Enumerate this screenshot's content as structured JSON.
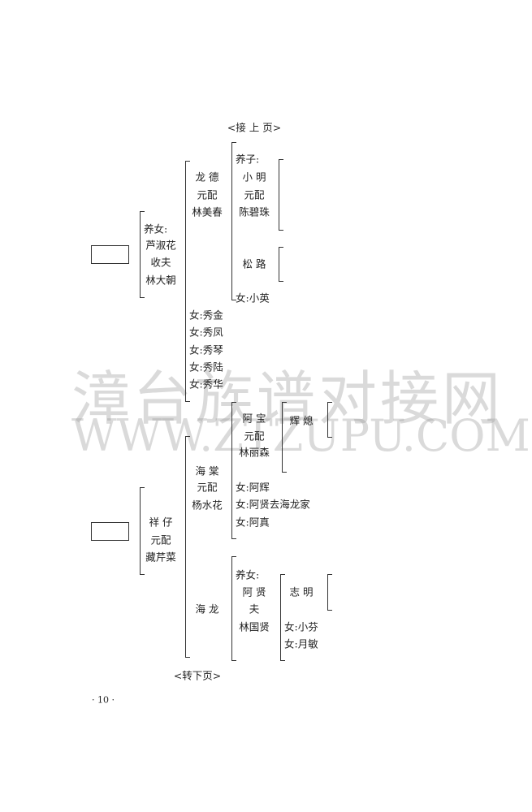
{
  "header": {
    "continued_from": "<接 上 页>"
  },
  "footer": {
    "continued_to": "<转下页>",
    "page_number": "· 10 ·"
  },
  "watermark": {
    "cn": "漳台族谱对接网",
    "url": "WWW.ZTZUPU.COM"
  },
  "tree": {
    "branch1": {
      "label": "养女:",
      "name": "芦淑花",
      "spouse_label": "收夫",
      "spouse": "林大朝"
    },
    "longde": {
      "name": "龙  德",
      "spouse_label": "元配",
      "spouse": "林美春"
    },
    "longde_children": {
      "adopted_label": "养子:",
      "xiaoming": "小  明",
      "xiaoming_spouse_label": "元配",
      "xiaoming_spouse": "陈碧珠",
      "songlu": "松  路",
      "daughter": "女:小英"
    },
    "branch1_daughters": [
      "女:秀金",
      "女:秀凤",
      "女:秀琴",
      "女:秀陆",
      "女:秀华"
    ],
    "branch2": {
      "name": "祥  仔",
      "spouse_label": "元配",
      "spouse": "藏芹菜"
    },
    "haitang": {
      "name": "海  棠",
      "spouse_label": "元配",
      "spouse": "杨水花"
    },
    "abao": {
      "name": "阿  宝",
      "spouse_label": "元配",
      "spouse": "林丽森",
      "son": "辉  熄"
    },
    "haitang_daughters": [
      "女:阿辉",
      "女:阿贤去海龙家",
      "女:阿真"
    ],
    "hailong": {
      "name": "海  龙"
    },
    "axian": {
      "label": "养女:",
      "name": "阿  贤",
      "spouse_label": "夫",
      "spouse": "林国贤",
      "son": "志  明",
      "daughters": [
        "女:小芬",
        "女:月敏"
      ]
    }
  }
}
